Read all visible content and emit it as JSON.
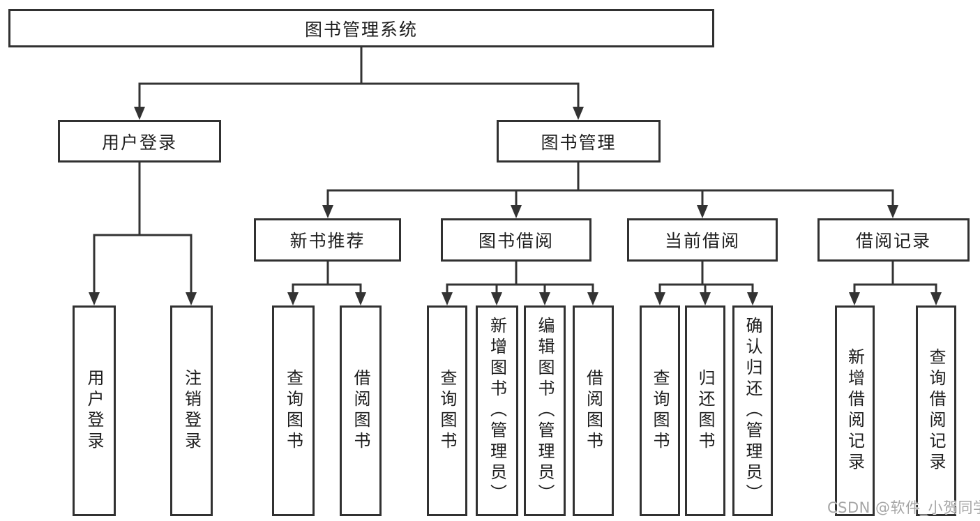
{
  "diagram_title": "图书管理系统",
  "nodes": {
    "root": "图书管理系统",
    "l2_user_login": "用户登录",
    "l2_book_mgmt": "图书管理",
    "l3_new_book": "新书推荐",
    "l3_book_borrow": "图书借阅",
    "l3_current_borrow": "当前借阅",
    "l3_borrow_record": "借阅记录",
    "leaf_user_login": "用户登录",
    "leaf_logout": "注销登录",
    "leaf_nb_query": "查询图书",
    "leaf_nb_borrow": "借阅图书",
    "leaf_bb_query": "查询图书",
    "leaf_bb_add": "新增图书（管理员）",
    "leaf_bb_edit": "编辑图书（管理员）",
    "leaf_bb_borrow": "借阅图书",
    "leaf_cb_query": "查询图书",
    "leaf_cb_return": "归还图书",
    "leaf_cb_confirm": "确认归还（管理员）",
    "leaf_br_add": "新增借阅记录",
    "leaf_br_query": "查询借阅记录"
  },
  "hierarchy": {
    "图书管理系统": {
      "用户登录": [
        "用户登录",
        "注销登录"
      ],
      "图书管理": {
        "新书推荐": [
          "查询图书",
          "借阅图书"
        ],
        "图书借阅": [
          "查询图书",
          "新增图书（管理员）",
          "编辑图书（管理员）",
          "借阅图书"
        ],
        "当前借阅": [
          "查询图书",
          "归还图书",
          "确认归还（管理员）"
        ],
        "借阅记录": [
          "新增借阅记录",
          "查询借阅记录"
        ]
      }
    }
  },
  "watermark": "CSDN @软件_小贺同学",
  "colors": {
    "line": "#333333",
    "box_border": "#313131",
    "text": "#1d1d1d",
    "watermark": "#a6a6a6",
    "background": "#ffffff"
  }
}
